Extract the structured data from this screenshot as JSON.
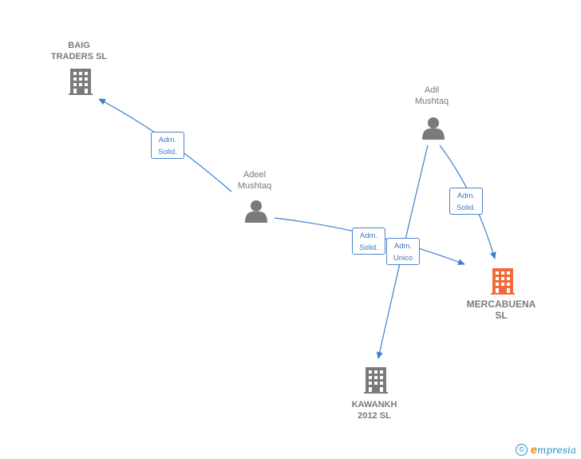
{
  "colors": {
    "edge": "#3a7fd0",
    "node_gray": "#7a7a7a",
    "node_focus": "#f26a3c",
    "badge_border": "#4a86c8"
  },
  "nodes": {
    "baig": {
      "type": "company",
      "icon": "building-icon",
      "line1": "BAIG",
      "line2": "TRADERS SL"
    },
    "adeel": {
      "type": "person",
      "icon": "person-icon",
      "line1": "Adeel",
      "line2": "Mushtaq"
    },
    "adil": {
      "type": "person",
      "icon": "person-icon",
      "line1": "Adil",
      "line2": "Mushtaq"
    },
    "mercabuena": {
      "type": "company-focus",
      "icon": "building-icon",
      "line1": "MERCABUENA",
      "line2": "SL"
    },
    "kawankh": {
      "type": "company",
      "icon": "building-icon",
      "line1": "KAWANKH",
      "line2": "2012 SL"
    }
  },
  "edges": {
    "adeel_baig": {
      "from": "Adeel Mushtaq",
      "to": "BAIG TRADERS SL",
      "line1": "Adm.",
      "line2": "Solid."
    },
    "adeel_mercabuena": {
      "from": "Adeel Mushtaq",
      "to": "MERCABUENA SL",
      "line1": "Adm.",
      "line2": "Solid."
    },
    "adil_kawankh": {
      "from": "Adil Mushtaq",
      "to": "KAWANKH 2012 SL",
      "line1": "Adm.",
      "line2": "Unico"
    },
    "adil_mercabuena": {
      "from": "Adil Mushtaq",
      "to": "MERCABUENA SL",
      "line1": "Adm.",
      "line2": "Solid."
    }
  },
  "brand": {
    "copyright": "©",
    "e": "e",
    "rest": "mpresia"
  }
}
